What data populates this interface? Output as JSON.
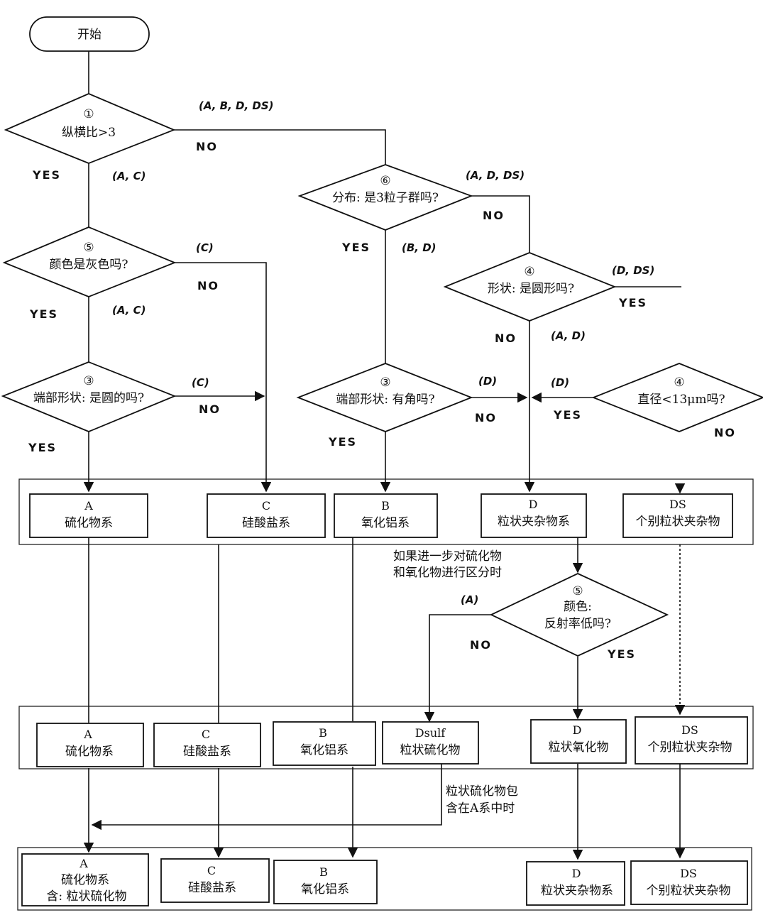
{
  "start": {
    "label": "开始"
  },
  "decisions": {
    "d1": {
      "num": "①",
      "text": "纵横比>3"
    },
    "d5": {
      "num": "⑤",
      "text": "颜色是灰色吗?"
    },
    "d3l": {
      "num": "③",
      "text": "端部形状: 是圆的吗?"
    },
    "d6": {
      "num": "⑥",
      "text": "分布: 是3粒子群吗?"
    },
    "d4": {
      "num": "④",
      "text": "形状: 是圆形吗?"
    },
    "d3r": {
      "num": "③",
      "text": "端部形状: 有角吗?"
    },
    "d4b": {
      "num": "④",
      "text": "直径<13μm吗?"
    },
    "d5b": {
      "num": "⑤",
      "line1": "颜色:",
      "line2": "反射率低吗?"
    }
  },
  "answers": {
    "yes": "YES",
    "no": "NO"
  },
  "sets": {
    "abdds": "(A, B, D, DS)",
    "ac": "(A, C)",
    "c": "(C)",
    "addds": "(A, D, DS)",
    "bd": "(B, D)",
    "dds": "(D, DS)",
    "ad": "(A, D)",
    "d": "(D)",
    "a": "(A)"
  },
  "row1": {
    "a": {
      "code": "A",
      "name": "硫化物系"
    },
    "c": {
      "code": "C",
      "name": "硅酸盐系"
    },
    "b": {
      "code": "B",
      "name": "氧化铝系"
    },
    "d": {
      "code": "D",
      "name": "粒状夹杂物系"
    },
    "ds": {
      "code": "DS",
      "name": "个别粒状夹杂物"
    }
  },
  "note1": {
    "line1": "如果进一步对硫化物",
    "line2": "和氧化物进行区分时"
  },
  "row2": {
    "a": {
      "code": "A",
      "name": "硫化物系"
    },
    "c": {
      "code": "C",
      "name": "硅酸盐系"
    },
    "b": {
      "code": "B",
      "name": "氧化铝系"
    },
    "dsulf": {
      "code": "Dsulf",
      "name": "粒状硫化物"
    },
    "d": {
      "code": "D",
      "name": "粒状氧化物"
    },
    "ds": {
      "code": "DS",
      "name": "个别粒状夹杂物"
    }
  },
  "note2": {
    "line1": "粒状硫化物包",
    "line2": "含在A系中时"
  },
  "row3": {
    "a": {
      "code": "A",
      "name": "硫化物系",
      "sub": "含: 粒状硫化物"
    },
    "c": {
      "code": "C",
      "name": "硅酸盐系"
    },
    "b": {
      "code": "B",
      "name": "氧化铝系"
    },
    "d": {
      "code": "D",
      "name": "粒状夹杂物系"
    },
    "ds": {
      "code": "DS",
      "name": "个别粒状夹杂物"
    }
  }
}
